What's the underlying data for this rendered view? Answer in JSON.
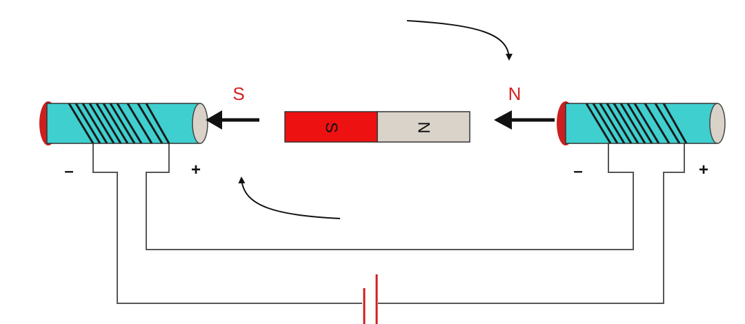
{
  "labels": {
    "left_pole": "S",
    "right_pole": "N",
    "left_minus": "–",
    "left_plus": "+",
    "right_minus": "–",
    "right_plus": "+"
  },
  "magnet": {
    "left_letter": "S",
    "right_letter": "N"
  },
  "colors": {
    "coil_body": "#3fcfcf",
    "coil_end_cap": "#cc1f1f",
    "coil_far_end": "#d8d2c8",
    "magnet_south": "#ee1111",
    "magnet_north": "#d9d3c9",
    "pole_label": "#d62020",
    "wire": "#555555",
    "winding": "#1a1a1a"
  }
}
